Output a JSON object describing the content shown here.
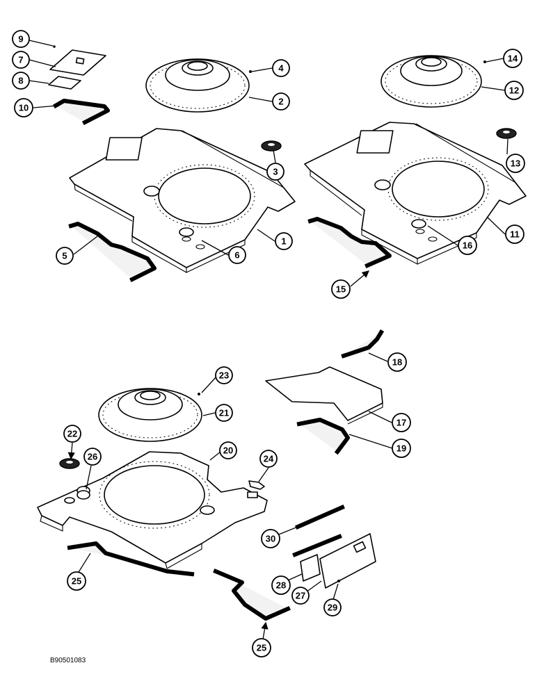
{
  "drawing_code": "B90501083",
  "callouts": {
    "c1": "1",
    "c2": "2",
    "c3": "3",
    "c4": "4",
    "c5": "5",
    "c6": "6",
    "c7": "7",
    "c8": "8",
    "c9": "9",
    "c10": "10",
    "c11": "11",
    "c12": "12",
    "c13": "13",
    "c14": "14",
    "c15": "15",
    "c16": "16",
    "c17": "17",
    "c18": "18",
    "c19": "19",
    "c20": "20",
    "c21": "21",
    "c22": "22",
    "c23": "23",
    "c24": "24",
    "c25a": "25",
    "c25b": "25",
    "c26": "26",
    "c27": "27",
    "c28": "28",
    "c29": "29",
    "c30": "30"
  }
}
